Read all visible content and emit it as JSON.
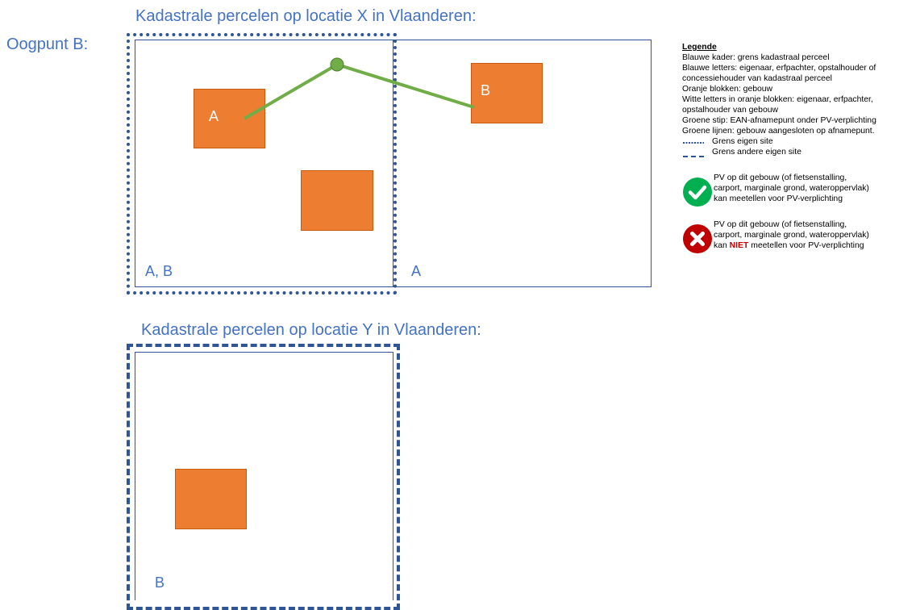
{
  "viewpoint_label": "Oogpunt B:",
  "location_x": {
    "heading": "Kadastrale percelen op locatie X in Vlaanderen:",
    "parcel_left_owner": "A, B",
    "parcel_right_owner": "A",
    "building_a_label": "A",
    "building_b_label": "B"
  },
  "location_y": {
    "heading": "Kadastrale percelen op locatie Y in Vlaanderen:",
    "parcel_owner": "B"
  },
  "legend": {
    "title": "Legende",
    "line1": "Blauwe kader: grens kadastraal perceel",
    "line2": "Blauwe letters: eigenaar, erfpachter, opstalhouder of",
    "line3": "concessiehouder van kadastraal perceel",
    "line4": "Oranje blokken: gebouw",
    "line5": "Witte letters in oranje blokken: eigenaar, erfpachter,",
    "line6": "opstalhouder van gebouw",
    "line7": "Groene stip:  EAN-afnamepunt onder PV-verplichting",
    "line8": "Groene lijnen: gebouw aangesloten op afnamepunt.",
    "own_site": "Grens eigen site",
    "other_site": "Grens andere eigen site",
    "counts_1": "PV op dit gebouw (of fietsenstalling,",
    "counts_2": "carport, marginale grond, wateroppervlak)",
    "counts_3": "kan meetellen voor PV-verplichting",
    "not_counts_1": "PV op dit gebouw (of fietsenstalling,",
    "not_counts_2": "carport, marginale grond, wateroppervlak)",
    "not_counts_3a": "kan ",
    "not_counts_3b": "NIET",
    "not_counts_3c": " meetellen voor PV-verplichting"
  },
  "colors": {
    "blue_text": "#4472c4",
    "border_blue": "#2f5597",
    "building_orange": "#ed7d31",
    "connection_green": "#70ad47",
    "check_green": "#00b050",
    "cross_red": "#c00000"
  }
}
